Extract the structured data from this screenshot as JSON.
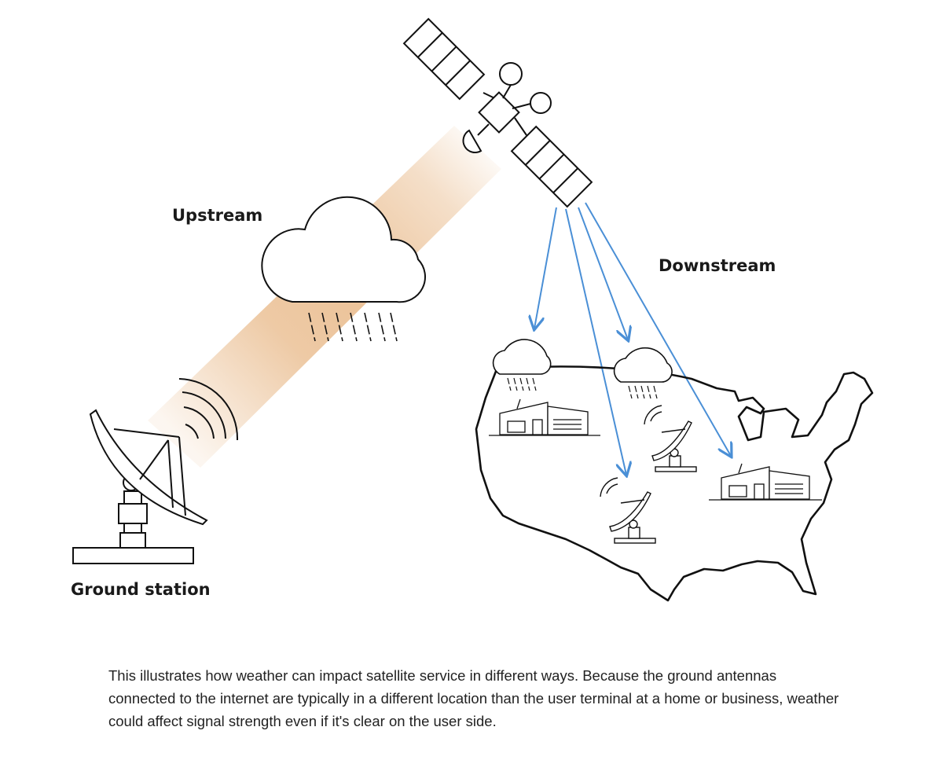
{
  "labels": {
    "upstream": "Upstream",
    "downstream": "Downstream",
    "ground_station": "Ground station"
  },
  "caption": "This illustrates how weather can impact satellite service in different ways. Because the ground antennas connected to the internet are typically in a different location than the user terminal at a home or business, weather could affect signal strength even if it's clear on the user side.",
  "colors": {
    "beam": "#e8b887",
    "signal_arrow": "#4a8fd6",
    "line_art": "#111111"
  },
  "icons": [
    "satellite-icon",
    "cloud-icon",
    "rain-icon",
    "ground-dish-icon",
    "house-icon",
    "user-dish-icon",
    "us-map-icon"
  ]
}
